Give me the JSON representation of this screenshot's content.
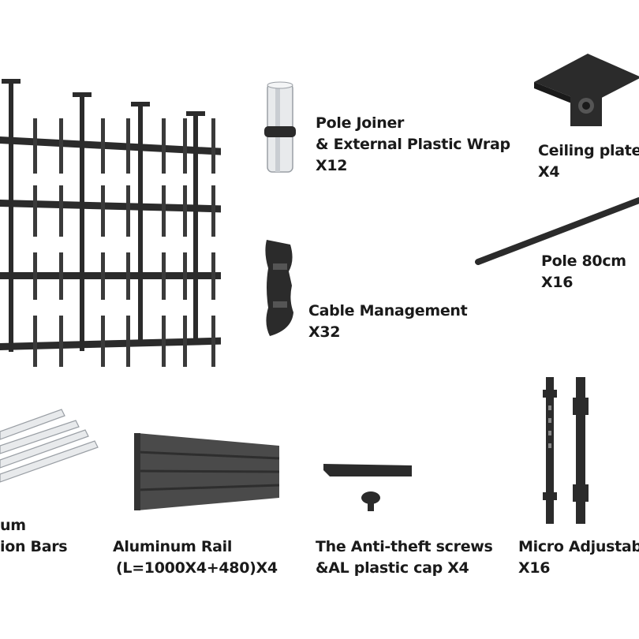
{
  "colors": {
    "metal": "#2b2b2b",
    "rail": "#4a4a4a",
    "white_part": "#e8eaec",
    "text": "#1a1a1a"
  },
  "items": [
    {
      "id": "pole-joiner",
      "lines": [
        "Pole Joiner",
        "& External Plastic Wrap",
        "X12"
      ]
    },
    {
      "id": "ceiling-plate",
      "lines": [
        "Ceiling plate",
        "X4"
      ]
    },
    {
      "id": "pole",
      "lines": [
        "Pole 80cm",
        "X16"
      ]
    },
    {
      "id": "cable-management",
      "lines": [
        "Cable Management",
        "X32"
      ]
    },
    {
      "id": "connection-bars",
      "lines": [
        "um",
        "ion Bars"
      ]
    },
    {
      "id": "aluminum-rail",
      "lines": [
        "Aluminum Rail",
        "(L=1000X4+480)X4"
      ]
    },
    {
      "id": "anti-theft",
      "lines": [
        "The Anti-theft screws",
        "&AL plastic cap X4"
      ]
    },
    {
      "id": "micro-adjustable",
      "lines": [
        "Micro Adjustabl",
        "X16"
      ]
    }
  ]
}
